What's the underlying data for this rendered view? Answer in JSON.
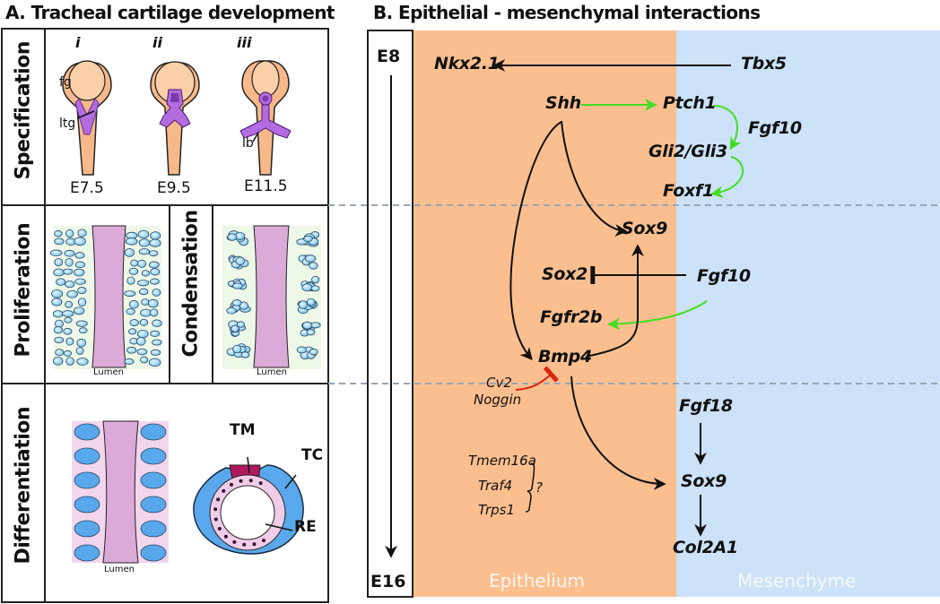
{
  "panel_a": {
    "title": "A. Tracheal cartilage development",
    "rows": {
      "specification": {
        "label": "Specification",
        "stages": [
          {
            "numeral": "i",
            "age": "E7.5",
            "labels": [
              "fg",
              "ltg"
            ]
          },
          {
            "numeral": "ii",
            "age": "E9.5",
            "labels": []
          },
          {
            "numeral": "iii",
            "age": "E11.5",
            "labels": [
              "lb"
            ]
          }
        ]
      },
      "proliferation": {
        "label": "Proliferation",
        "lumen": "Lumen"
      },
      "condensation": {
        "label": "Condensation",
        "lumen": "Lumen"
      },
      "differentiation": {
        "label": "Differentiation",
        "lumen": "Lumen",
        "cross_section_labels": {
          "tm": "TM",
          "tc": "TC",
          "re": "RE"
        }
      }
    }
  },
  "panel_b": {
    "title": "B. Epithelial - mesenchymal interactions",
    "timeline": {
      "start": "E8",
      "end": "E16"
    },
    "regions": {
      "epithelium": "Epithelium",
      "mesenchyme": "Mesenchyme"
    },
    "genes": {
      "nkx21": "Nkx2.1",
      "tbx5": "Tbx5",
      "shh": "Shh",
      "ptch1": "Ptch1",
      "fgf10_top": "Fgf10",
      "gli": "Gli2/Gli3",
      "foxf1": "Foxf1",
      "sox9_mid": "Sox9",
      "sox2": "Sox2",
      "fgf10_mid": "Fgf10",
      "fgfr2b": "Fgfr2b",
      "bmp4": "Bmp4",
      "cv2": "Cv2",
      "noggin": "Noggin",
      "fgf18": "Fgf18",
      "tmem16a": "Tmem16a",
      "traf4": "Traf4",
      "trps1": "Trps1",
      "unknown": "?",
      "sox9_bottom": "Sox9",
      "col2a1": "Col2A1"
    },
    "interactions": [
      {
        "from": "Tbx5",
        "to": "Nkx2.1",
        "type": "activation",
        "color": "#111111"
      },
      {
        "from": "Shh",
        "to": "Ptch1",
        "type": "activation",
        "color": "#44dd22"
      },
      {
        "from": "Ptch1",
        "to": "Gli2/Gli3",
        "type": "activation",
        "color": "#44dd22"
      },
      {
        "from": "Gli2/Gli3",
        "to": "Foxf1",
        "type": "activation",
        "color": "#44dd22"
      },
      {
        "from": "Shh",
        "to": "Sox9",
        "type": "activation",
        "color": "#111111"
      },
      {
        "from": "Shh",
        "to": "Bmp4",
        "type": "activation",
        "color": "#111111"
      },
      {
        "from": "Fgf10",
        "to": "Sox2",
        "type": "inhibition",
        "color": "#111111"
      },
      {
        "from": "Fgf10",
        "to": "Fgfr2b",
        "type": "activation",
        "color": "#44dd22"
      },
      {
        "from": "Bmp4",
        "to": "Sox9",
        "type": "activation",
        "color": "#111111"
      },
      {
        "from": "Cv2/Noggin",
        "to": "Bmp4",
        "type": "inhibition",
        "color": "#dd2211"
      },
      {
        "from": "Bmp4",
        "to": "Sox9",
        "type": "activation",
        "color": "#111111"
      },
      {
        "from": "Fgf18",
        "to": "Sox9",
        "type": "activation",
        "color": "#111111"
      },
      {
        "from": "Sox9",
        "to": "Col2A1",
        "type": "activation",
        "color": "#111111"
      }
    ],
    "colors": {
      "epithelium": "#fbbf8f",
      "mesenchyme": "#cce2f8",
      "activation_green": "#44dd22",
      "inhibition_red": "#dd2211"
    }
  }
}
